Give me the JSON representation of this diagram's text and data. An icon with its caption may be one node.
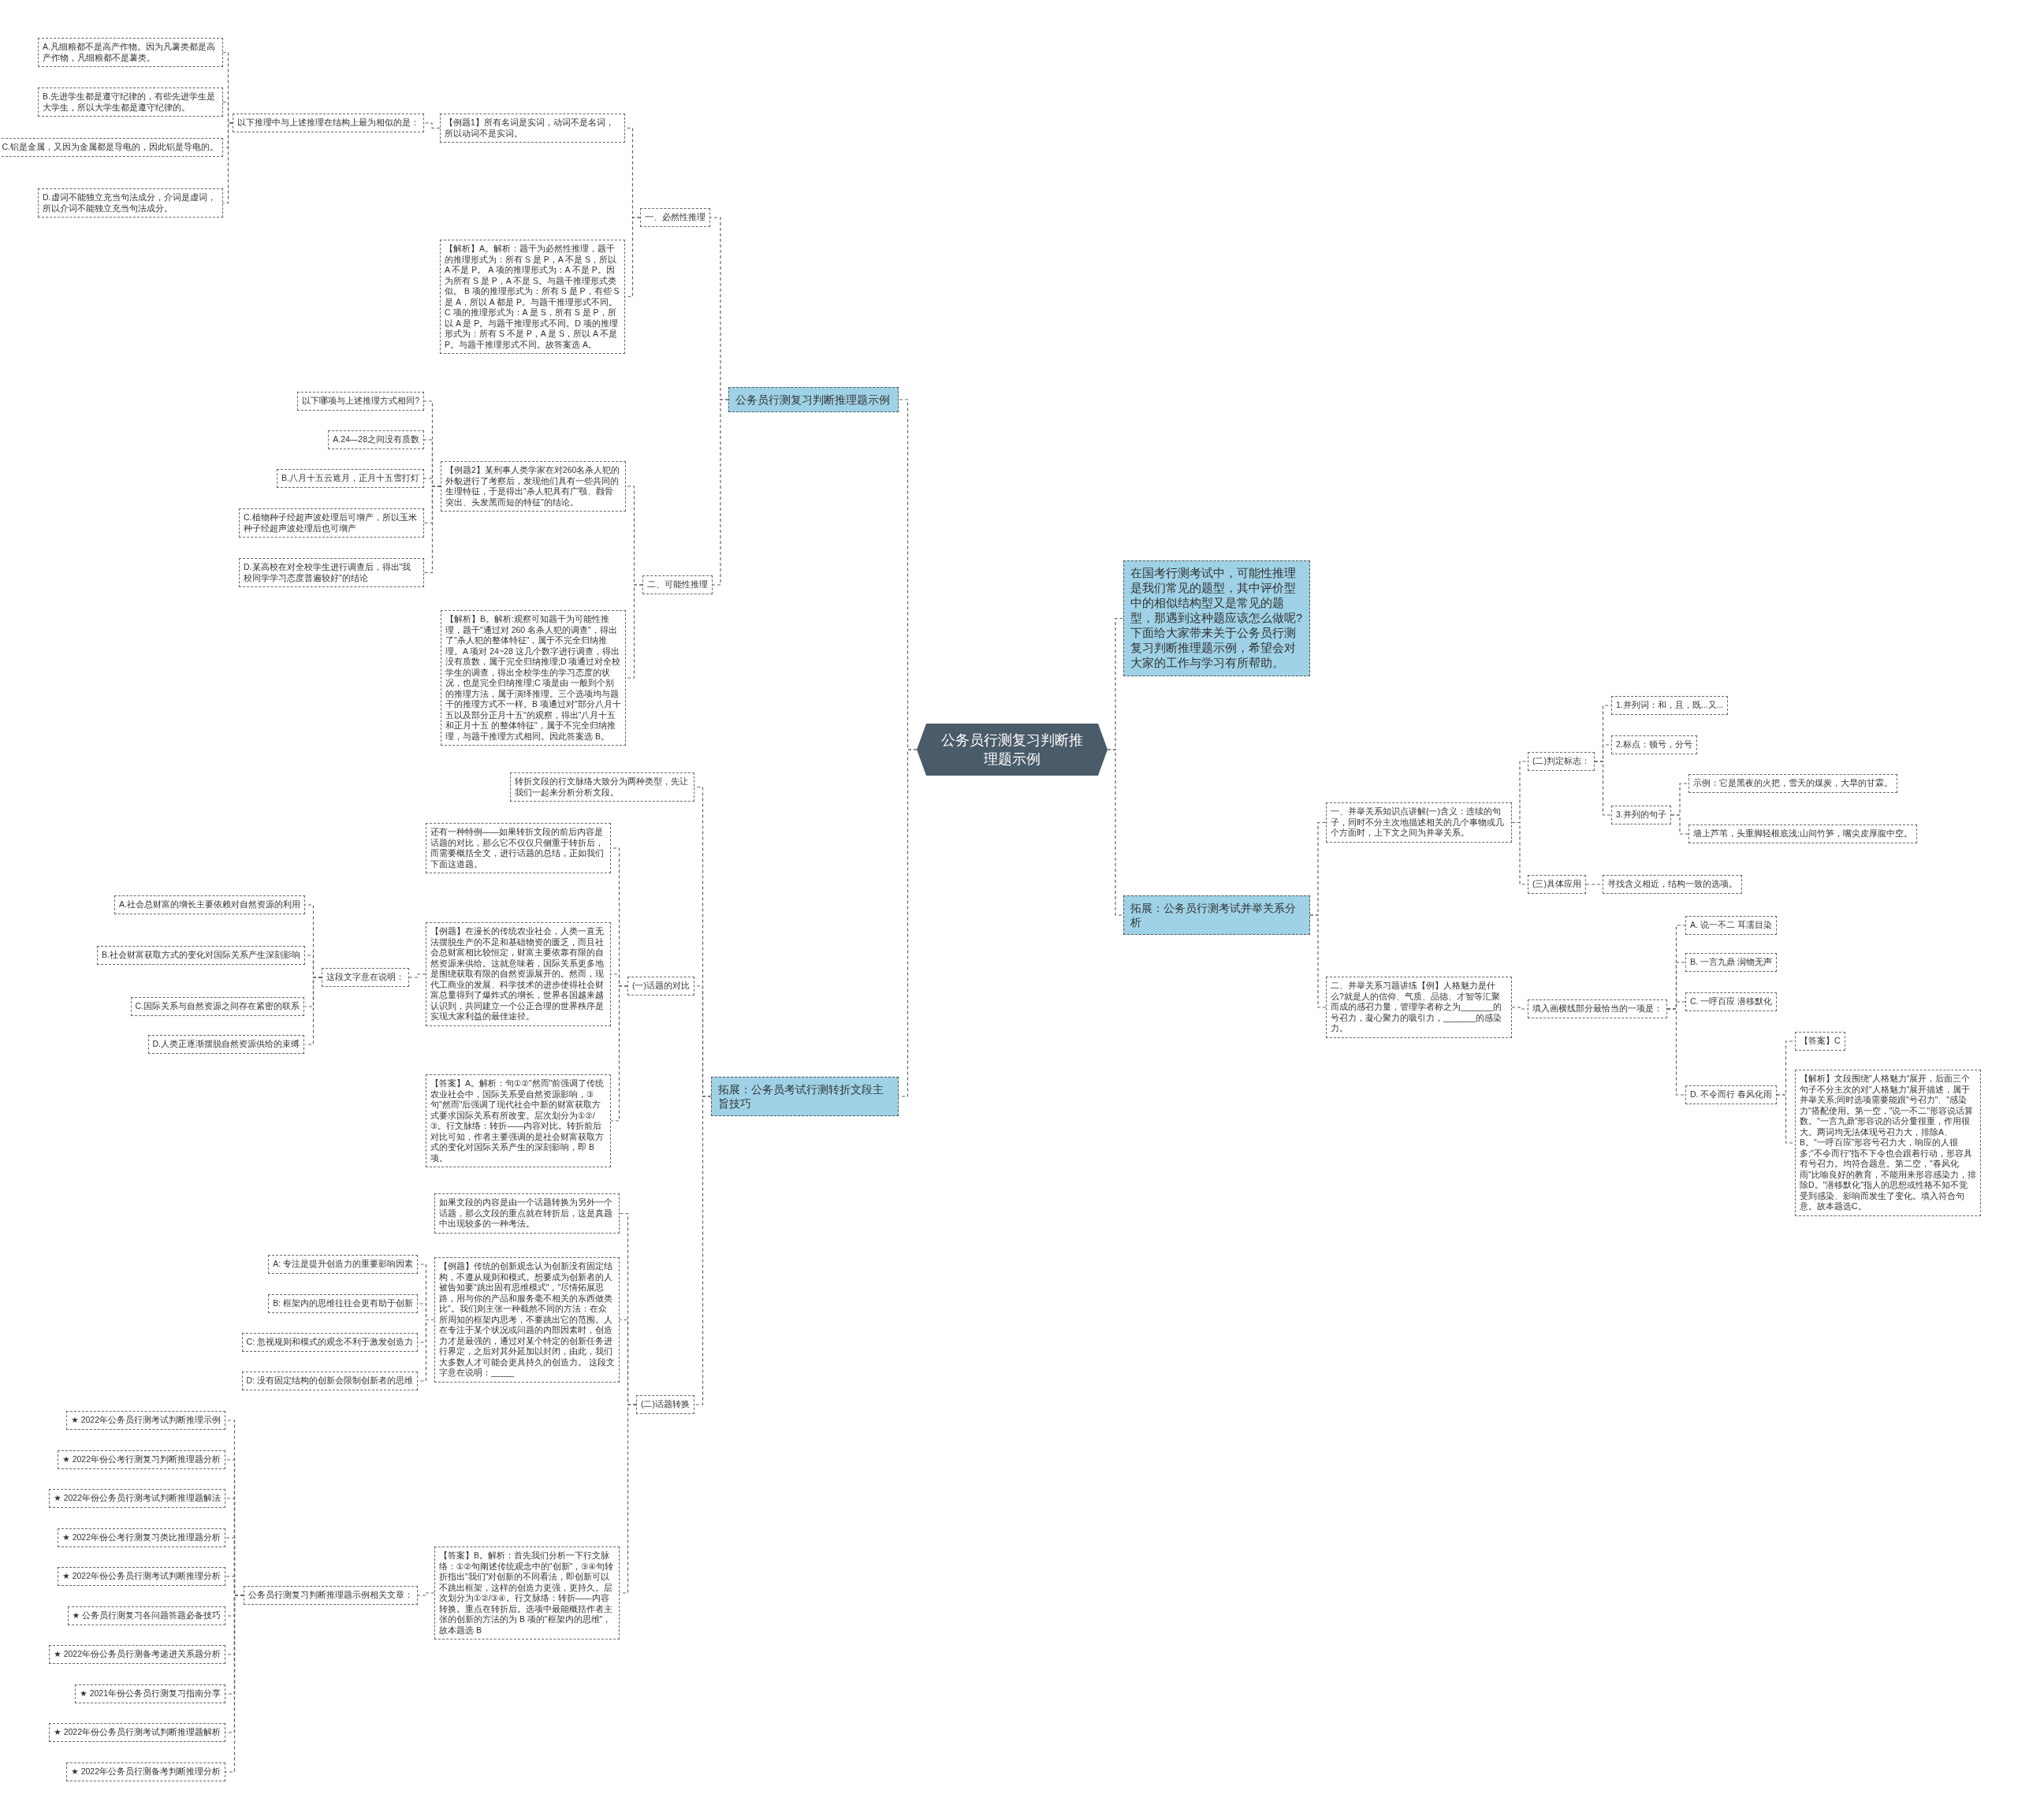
{
  "diagram": {
    "nodes": [
      {
        "text": [
          "公务员行测复习判断推理题示例"
        ]
      },
      {
        "text": [
          "公务员行测复习判断推理题示例"
        ]
      },
      {
        "text": [
          "一、必然性推理"
        ]
      },
      {
        "text": [
          "【例题1】所有名词是实词，动词不是名词，所以动词不是实词。"
        ]
      },
      {
        "text": [
          "以下推理中与上述推理在结构上最为相似的是："
        ]
      },
      {
        "text": [
          "A.凡细粮都不是高产作物。因为凡薯类都是高产作物，凡细粮都不是薯类。"
        ]
      },
      {
        "text": [
          "B.先进学生都是遵守纪律的，有些先进学生是大学生，所以大学生都是遵守纪律的。"
        ]
      },
      {
        "text": [
          "C.铝是金属，又因为金属都是导电的，因此铝是导电的。"
        ]
      },
      {
        "text": [
          "D.虚词不能独立充当句法成分，介词是虚词，所以介词不能独立充当句法成分。"
        ]
      },
      {
        "text": [
          "【解析】A。解析：题干为必然性推理，题干的推理形式为：所有 S 是 P，A 不是 S，所以 A 不是 P。 A 项的推理形式为：A 不是 P。因为所有 S 是 P，A 不是 S。与题干推理形式类似。 B 项的推理形式为：所有 S 是 P，有些 S 是 A，所以 A 都是 P。与题干推理形式不同。 C 项的推理形式为：A 是 S，所有 S 是 P，所以 A 是 P。与题干推理形式不同。D 项的推理形式为：所有 S 不是 P，A 是 S，所以 A 不是 P。与题干推理形式不同。故答案选 A。"
        ]
      },
      {
        "text": [
          "二、可能性推理"
        ]
      },
      {
        "text": [
          "【例题2】某刑事人类学家在对260名杀人犯的外貌进行了考察后，发现他们具有一些共同的生理特征，于是得出\"杀人犯具有广颚、颧骨突出、头发黑而短的特征\"的结论。"
        ]
      },
      {
        "text": [
          "以下哪项与上述推理方式相同?"
        ]
      },
      {
        "text": [
          "A.24—28之间没有质数"
        ]
      },
      {
        "text": [
          "B.八月十五云遮月，正月十五雪打灯"
        ]
      },
      {
        "text": [
          "C.植物种子经超声波处理后可增产，所以玉米种子经超声波处理后也可增产"
        ]
      },
      {
        "text": [
          "D.某高校在对全校学生进行调查后，得出\"我校同学学习态度普遍较好\"的结论"
        ]
      },
      {
        "text": [
          "【解析】B。解析:观察可知题干为可能性推理，题干\"通过对 260 名杀人犯的调查\"，得出了\"杀人犯的整体特征\"，属于不完全归纳推理。A 项对 24~28 这几个数字进行调查，得出没有质数，属于完全归纳推理;D 项通过对全校学生的调查，得出全校学生的学习态度的状况，也是完全归纳推理;C 项是由 一般到个别的推理方法，属于演绎推理。三个选项均与题干的推理方式不一样。B 项通过对\"部分八月十五以及部分正月十五\"的观察，得出\"八月十五和正月十五 的整体特征\"，属于不完全归纳推理，与题干推理方式相同。因此答案选 B。"
        ]
      },
      {
        "text": [
          "拓展：公务员考试行测转折文段主旨技巧"
        ]
      },
      {
        "text": [
          "转折文段的行文脉络大致分为两种类型，先让我们一起来分析分析文段。"
        ]
      },
      {
        "text": [
          "(一)话题的对比"
        ]
      },
      {
        "text": [
          "还有一种特例——如果转折文段的前后内容是话题的对比，那么它不仅仅只侧重于转折后，而需要概括全文，进行话题的总结，正如我们下面这道题。"
        ]
      },
      {
        "text": [
          "【例题】在漫长的传统农业社会，人类一直无法摆脱生产的不足和基础物资的匮乏，而且社会总财富相比较恒定，财富主要依靠有限的自然资源来供给。这就意味着，国际关系更多地是围绕获取有限的自然资源展开的。然而，现代工商业的发展、科学技术的进步使得社会财富总量得到了爆炸式的增长，世界各国越来越认识到，共同建立一个公正合理的世界秩序是实现大家利益的最佳途径。"
        ]
      },
      {
        "text": [
          "这段文字意在说明："
        ]
      },
      {
        "text": [
          "A.社会总财富的增长主要依赖对自然资源的利用"
        ]
      },
      {
        "text": [
          "B.社会财富获取方式的变化对国际关系产生深刻影响"
        ]
      },
      {
        "text": [
          "C.国际关系与自然资源之间存在紧密的联系"
        ]
      },
      {
        "text": [
          "D.人类正逐渐摆脱自然资源供给的束缚"
        ]
      },
      {
        "text": [
          "【答案】A。解析：句①②\"然而\"前强调了传统农业社会中，国际关系受自然资源影响，③句\"然而\"后强调了现代社会中新的财富获取方式要求国际关系有所改变。层次划分为①②/③。行文脉络：转折——内容对比。转折前后对比可知，作者主要强调的是社会财富获取方式的变化对国际关系产生的深刻影响，即 B 项。"
        ]
      },
      {
        "text": [
          "(二)话题转换"
        ]
      },
      {
        "text": [
          "如果文段的内容是由一个话题转换为另外一个话题，那么文段的重点就在转折后，这是真题中出现较多的一种考法。"
        ]
      },
      {
        "text": [
          "【例题】传统的创新观念认为创新没有固定结构，不遵从规则和模式。想要成为创新者的人被告知要\"跳出固有思维模式\"，\"尽情拓展思路，用与你的产品和服务毫不相关的东西做类比\"。我们则主张一种截然不同的方法：在众所周知的框架内思考，不要跳出它的范围。人在专注于某个状况或问题的内部因素时，创造力才是最强的，通过对某个特定的创新任务进行界定，之后对其外延加以封闭，由此，我们大多数人才可能会更具持久的创造力。 这段文字意在说明：_____"
        ]
      },
      {
        "text": [
          "A: 专注是提升创造力的重要影响因素"
        ]
      },
      {
        "text": [
          "B: 框架内的思维往往会更有助于创新"
        ]
      },
      {
        "text": [
          "C: 忽视规则和模式的观念不利于激发创造力"
        ]
      },
      {
        "text": [
          "D: 没有固定结构的创新会限制创新者的思维"
        ]
      },
      {
        "text": [
          "【答案】B。解析：首先我们分析一下行文脉络：①②句阐述传统观念中的\"创新\"，③④句转折指出\"我们\"对创新的不同看法，即创新可以不跳出框架，这样的创造力更强，更持久。层次划分为①②/③④。行文脉络：转折——内容转换。重点在转折后。选项中最能概括作者主张的创新的方法的为 B 项的\"框架内的思维\"，故本题选 B"
        ]
      },
      {
        "text": [
          "公务员行测复习判断推理题示例相关文章："
        ]
      },
      {
        "text": [
          "★ 2022年公务员行测考试判断推理示例"
        ]
      },
      {
        "text": [
          "★ 2022年份公考行测复习判断推理题分析"
        ]
      },
      {
        "text": [
          "★ 2022年份公务员行测考试判断推理题解法"
        ]
      },
      {
        "text": [
          "★ 2022年份公考行测复习类比推理题分析"
        ]
      },
      {
        "text": [
          "★ 2022年份公务员行测考试判断推理分析"
        ]
      },
      {
        "text": [
          "★ 公务员行测复习各问题答题必备技巧"
        ]
      },
      {
        "text": [
          "★ 2022年份公务员行测备考递进关系题分析"
        ]
      },
      {
        "text": [
          "★ 2021年份公务员行测复习指南分享"
        ]
      },
      {
        "text": [
          "★ 2022年份公务员行测考试判断推理题解析"
        ]
      },
      {
        "text": [
          "★ 2022年公务员行测备考判断推理分析"
        ]
      },
      {
        "text": [
          "在国考行测考试中，可能性推理是我们常见的题型，其中评价型中的相似结构型又是常见的题型，那遇到这种题应该怎么做呢?下面给大家带来关于公务员行测复习判断推理题示例，希望会对大家的工作与学习有所帮助。"
        ]
      },
      {
        "text": [
          "拓展：公务员行测考试并举关系分析"
        ]
      },
      {
        "text": [
          "一、并举关系知识点讲解(一)含义：连续的句子，同时不分主次地描述相关的几个事物或几个方面时，上下文之间为并举关系。"
        ]
      },
      {
        "text": [
          "(二)判定标志："
        ]
      },
      {
        "text": [
          "1.并列词：和，且，既...又..."
        ]
      },
      {
        "text": [
          "2.标点：顿号，分号"
        ]
      },
      {
        "text": [
          "3.并列的句子"
        ]
      },
      {
        "text": [
          "示例：它是黑夜的火把，雪天的煤炭，大旱的甘霖。"
        ]
      },
      {
        "text": [
          "墙上芦苇，头重脚轻根底浅;山间竹笋，嘴尖皮厚腹中空。"
        ]
      },
      {
        "text": [
          "(三)具体应用"
        ]
      },
      {
        "text": [
          "寻找含义相近，结构一致的选项。"
        ]
      },
      {
        "text": [
          "二、并举关系习题讲练【例】人格魅力是什么?就是人的信仰、气质、品德、才智等汇聚而成的感召力量，管理学者称之为_______的号召力，凝心聚力的吸引力，_______的感染力。"
        ]
      },
      {
        "text": [
          "填入画横线部分最恰当的一项是："
        ]
      },
      {
        "text": [
          "A. 说一不二 耳濡目染"
        ]
      },
      {
        "text": [
          "B. 一言九鼎 润物无声"
        ]
      },
      {
        "text": [
          "C. 一呼百应 潜移默化"
        ]
      },
      {
        "text": [
          "D. 不令而行 春风化雨"
        ]
      },
      {
        "text": [
          "【答案】C"
        ]
      },
      {
        "text": [
          "【解析】文段围绕\"人格魅力\"展开，后面三个句子不分主次的对\"人格魅力\"展开描述，属于并举关系;同时选项需要能跟\"号召力\"、\"感染力\"搭配使用。第一空，\"说一不二\"形容说话算数。\"一言九鼎\"形容说的话分量很重，作用很大。两词均无法体现号召力大，排除A、B。\"一呼百应\"形容号召力大，响应的人很多;\"不令而行\"指不下令也会跟着行动，形容具有号召力。均符合题意。第二空，\"春风化雨\"比喻良好的教育，不能用来形容感染力，排除D。\"潜移默化\"指人的思想或性格不知不觉受到感染、影响而发生了变化。填入符合句意。故本题选C。"
        ]
      }
    ],
    "edges": [
      {
        "from": 0,
        "to": 1,
        "arrow": "none"
      },
      {
        "from": 0,
        "to": 18,
        "arrow": "none"
      },
      {
        "from": 0,
        "to": 48,
        "arrow": "none"
      },
      {
        "from": 0,
        "to": 49,
        "arrow": "none"
      },
      {
        "from": 1,
        "to": 2,
        "arrow": "none"
      },
      {
        "from": 1,
        "to": 10,
        "arrow": "none"
      },
      {
        "from": 2,
        "to": 3,
        "arrow": "none"
      },
      {
        "from": 2,
        "to": 9,
        "arrow": "none"
      },
      {
        "from": 3,
        "to": 4,
        "arrow": "none"
      },
      {
        "from": 4,
        "to": 5,
        "arrow": "none"
      },
      {
        "from": 4,
        "to": 6,
        "arrow": "none"
      },
      {
        "from": 4,
        "to": 7,
        "arrow": "none"
      },
      {
        "from": 4,
        "to": 8,
        "arrow": "none"
      },
      {
        "from": 10,
        "to": 11,
        "arrow": "none"
      },
      {
        "from": 10,
        "to": 17,
        "arrow": "none"
      },
      {
        "from": 11,
        "to": 12,
        "arrow": "none"
      },
      {
        "from": 11,
        "to": 13,
        "arrow": "none"
      },
      {
        "from": 11,
        "to": 14,
        "arrow": "none"
      },
      {
        "from": 11,
        "to": 15,
        "arrow": "none"
      },
      {
        "from": 11,
        "to": 16,
        "arrow": "none"
      },
      {
        "from": 18,
        "to": 19,
        "arrow": "none"
      },
      {
        "from": 18,
        "to": 20,
        "arrow": "none"
      },
      {
        "from": 18,
        "to": 29,
        "arrow": "none"
      },
      {
        "from": 20,
        "to": 21,
        "arrow": "none"
      },
      {
        "from": 20,
        "to": 22,
        "arrow": "none"
      },
      {
        "from": 20,
        "to": 28,
        "arrow": "none"
      },
      {
        "from": 22,
        "to": 23,
        "arrow": "none"
      },
      {
        "from": 23,
        "to": 24,
        "arrow": "none"
      },
      {
        "from": 23,
        "to": 25,
        "arrow": "none"
      },
      {
        "from": 23,
        "to": 26,
        "arrow": "none"
      },
      {
        "from": 23,
        "to": 27,
        "arrow": "none"
      },
      {
        "from": 29,
        "to": 30,
        "arrow": "none"
      },
      {
        "from": 29,
        "to": 31,
        "arrow": "none"
      },
      {
        "from": 29,
        "to": 36,
        "arrow": "none"
      },
      {
        "from": 31,
        "to": 32,
        "arrow": "none"
      },
      {
        "from": 31,
        "to": 33,
        "arrow": "none"
      },
      {
        "from": 31,
        "to": 34,
        "arrow": "none"
      },
      {
        "from": 31,
        "to": 35,
        "arrow": "none"
      },
      {
        "from": 36,
        "to": 37,
        "arrow": "none"
      },
      {
        "from": 37,
        "to": 38,
        "arrow": "none"
      },
      {
        "from": 37,
        "to": 39,
        "arrow": "none"
      },
      {
        "from": 37,
        "to": 40,
        "arrow": "none"
      },
      {
        "from": 37,
        "to": 41,
        "arrow": "none"
      },
      {
        "from": 37,
        "to": 42,
        "arrow": "none"
      },
      {
        "from": 37,
        "to": 43,
        "arrow": "none"
      },
      {
        "from": 37,
        "to": 44,
        "arrow": "none"
      },
      {
        "from": 37,
        "to": 45,
        "arrow": "none"
      },
      {
        "from": 37,
        "to": 46,
        "arrow": "none"
      },
      {
        "from": 37,
        "to": 47,
        "arrow": "none"
      },
      {
        "from": 49,
        "to": 50,
        "arrow": "none"
      },
      {
        "from": 49,
        "to": 59,
        "arrow": "none"
      },
      {
        "from": 50,
        "to": 51,
        "arrow": "none"
      },
      {
        "from": 50,
        "to": 57,
        "arrow": "none"
      },
      {
        "from": 51,
        "to": 52,
        "arrow": "none"
      },
      {
        "from": 51,
        "to": 53,
        "arrow": "none"
      },
      {
        "from": 51,
        "to": 54,
        "arrow": "none"
      },
      {
        "from": 54,
        "to": 55,
        "arrow": "none"
      },
      {
        "from": 54,
        "to": 56,
        "arrow": "none"
      },
      {
        "from": 57,
        "to": 58,
        "arrow": "none"
      },
      {
        "from": 59,
        "to": 60,
        "arrow": "none"
      },
      {
        "from": 60,
        "to": 61,
        "arrow": "none"
      },
      {
        "from": 60,
        "to": 62,
        "arrow": "none"
      },
      {
        "from": 60,
        "to": 63,
        "arrow": "none"
      },
      {
        "from": 60,
        "to": 64,
        "arrow": "none"
      },
      {
        "from": 64,
        "to": 65,
        "arrow": "none"
      },
      {
        "from": 64,
        "to": 66,
        "arrow": "none"
      }
    ]
  }
}
